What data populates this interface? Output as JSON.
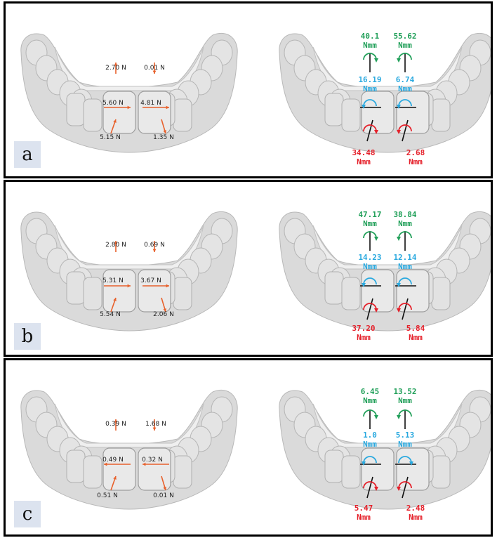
{
  "panels": [
    {
      "label": "a",
      "forces": {
        "top_left": "2.70 N",
        "top_right": "0.01 N",
        "mid_left": "5.60 N",
        "mid_right": "4.81 N",
        "bottom_left": "5.15 N",
        "bottom_right": "1.35 N"
      },
      "horizontal_direction": "right",
      "moments": {
        "green_left": "40.1",
        "green_right": "55.62",
        "blue_left": "16.19",
        "blue_right": "6.74",
        "red_left": "34.48",
        "red_right": "2.68",
        "unit": "Nmm"
      }
    },
    {
      "label": "b",
      "forces": {
        "top_left": "2.80 N",
        "top_right": "0.69 N",
        "mid_left": "5.31 N",
        "mid_right": "3.67 N",
        "bottom_left": "5.54 N",
        "bottom_right": "2.06 N"
      },
      "horizontal_direction": "right",
      "moments": {
        "green_left": "47.17",
        "green_right": "38.84",
        "blue_left": "14.23",
        "blue_right": "12.14",
        "red_left": "37.20",
        "red_right": "5.84",
        "unit": "Nmm"
      }
    },
    {
      "label": "c",
      "forces": {
        "top_left": "0.39 N",
        "top_right": "1.68 N",
        "mid_left": "0.49 N",
        "mid_right": "0.32 N",
        "bottom_left": "0.51 N",
        "bottom_right": "0.01 N"
      },
      "horizontal_direction": "left",
      "moments": {
        "green_left": "6.45",
        "green_right": "13.52",
        "blue_left": "1.0",
        "blue_right": "5.13",
        "red_left": "5.47",
        "red_right": "2.48",
        "unit": "Nmm"
      }
    }
  ],
  "colors": {
    "force_arrow": "#e8612c",
    "green": "#22a05a",
    "blue": "#2aa9df",
    "red": "#e5202a",
    "tooth": "#d9d9d9"
  }
}
